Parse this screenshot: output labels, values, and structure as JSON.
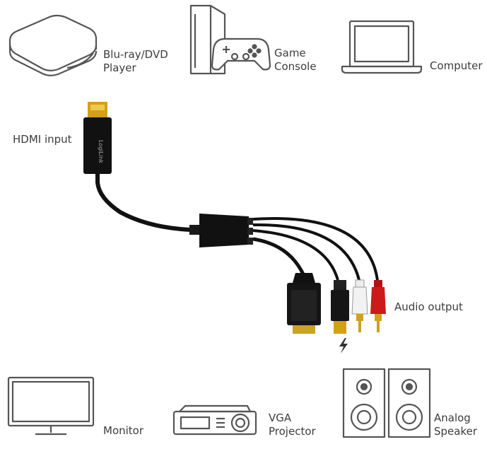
{
  "devices": {
    "bluray": {
      "line1": "Blu-ray/DVD",
      "line2": "Player",
      "icon": "bluray-player-icon"
    },
    "console": {
      "line1": "Game",
      "line2": "Console",
      "icon": "game-console-icon"
    },
    "computer": {
      "label": "Computer",
      "icon": "laptop-icon"
    },
    "monitor": {
      "label": "Monitor",
      "icon": "monitor-icon"
    },
    "projector": {
      "line1": "VGA",
      "line2": "Projector",
      "icon": "projector-icon"
    },
    "speaker": {
      "line1": "Analog",
      "line2": "Speaker",
      "icon": "speaker-icon"
    }
  },
  "cable": {
    "input_label": "HDMI input",
    "output_label": "Audio output",
    "brand_text": "LogiLink",
    "power_icon": "lightning-icon"
  }
}
